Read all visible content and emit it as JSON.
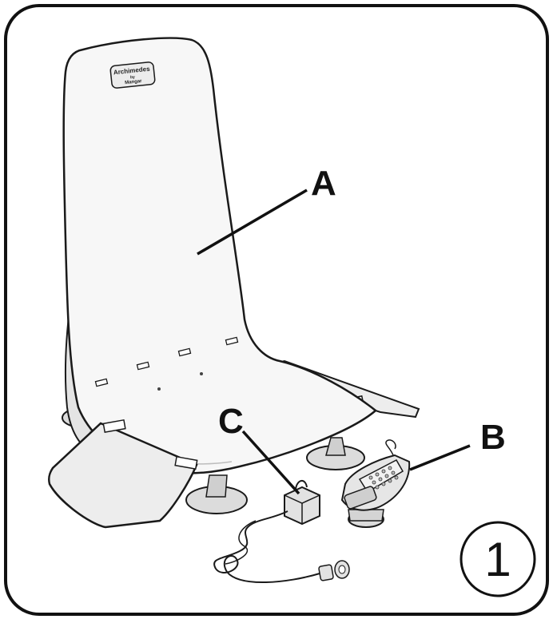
{
  "figure": {
    "step_number": "1",
    "callouts": {
      "a": "A",
      "b": "B",
      "c": "C"
    },
    "logo": {
      "line1": "Archimedes",
      "line2": "by",
      "line3": "Mangar"
    }
  },
  "colors": {
    "stroke": "#1a1a1a",
    "seat_fill": "#f7f7f7",
    "seat_shadow": "#e4e4e4",
    "flap_fill": "#ededed",
    "cup_fill": "#dcdcdc",
    "remote_fill": "#e6e6e6",
    "frame": "#111111"
  }
}
